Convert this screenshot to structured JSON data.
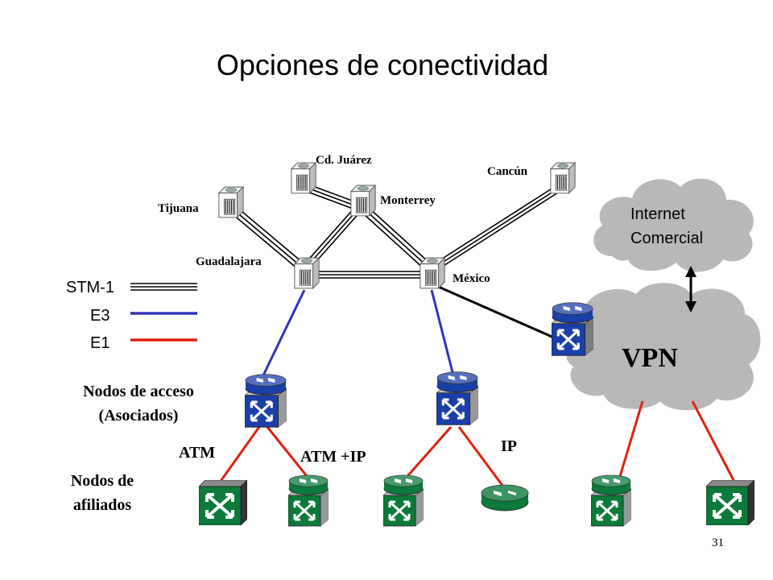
{
  "title": "Opciones de conectividad",
  "cities": {
    "cd_juarez": "Cd. Juárez",
    "cancun": "Cancún",
    "tijuana": "Tijuana",
    "monterrey": "Monterrey",
    "guadalajara": "Guadalajara",
    "mexico": "México"
  },
  "legend": {
    "stm1": "STM-1",
    "e3": "E3",
    "e1": "E1"
  },
  "sections": {
    "access_line1": "Nodos de acceso",
    "access_line2": "(Asociados)",
    "affiliate_line1": "Nodos de",
    "affiliate_line2": "afiliados"
  },
  "protocols": {
    "atm": "ATM",
    "atm_ip": "ATM +IP",
    "ip": "IP"
  },
  "clouds": {
    "internet_line1": "Internet",
    "internet_line2": "Comercial",
    "vpn": "VPN"
  },
  "page_number": "31",
  "colors": {
    "e3_line": "#3333bb",
    "e1_line": "#dd2211",
    "blue_node": "#1a3fa8",
    "green_node": "#0b7a3a",
    "cloud": "#b8b8b8"
  },
  "icons": [
    "router-icon",
    "atm-switch-icon",
    "multilayer-switch-icon",
    "cloud-icon"
  ]
}
